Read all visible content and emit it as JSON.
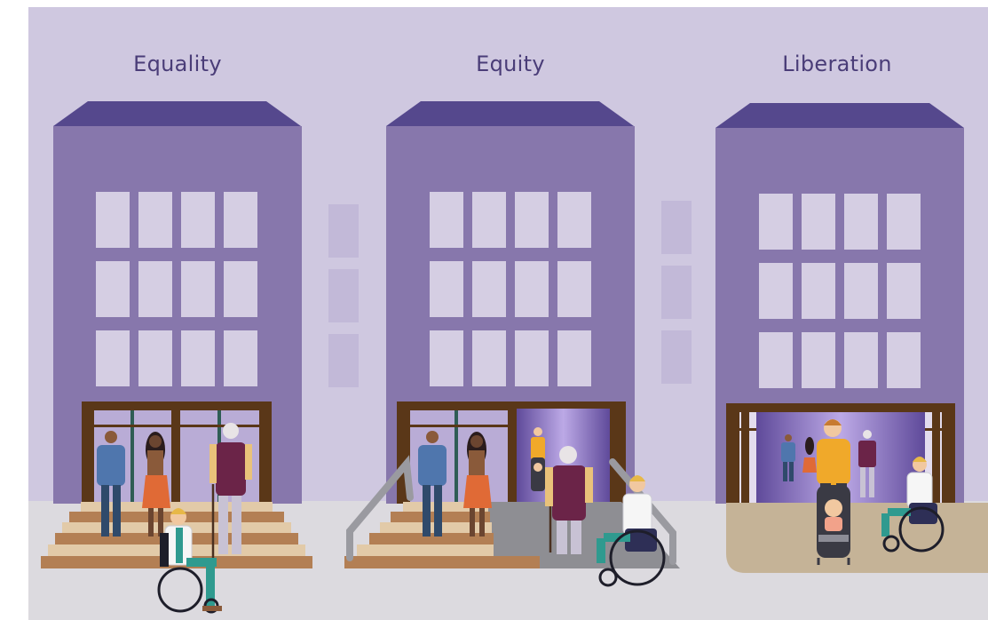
{
  "panels": [
    {
      "title": "Equality"
    },
    {
      "title": "Equity"
    },
    {
      "title": "Liberation"
    }
  ],
  "colors": {
    "sky": "#cfc8e0",
    "ground": "#dcdadf",
    "building": "#8777ac",
    "roof": "#55488d",
    "window": "#d5cee3",
    "door_frame": "#5a3718",
    "ramp_grey": "#8e8e93",
    "courtyard": "#c5b397",
    "step_light": "#e2caa8",
    "step_dark": "#b37f54"
  }
}
